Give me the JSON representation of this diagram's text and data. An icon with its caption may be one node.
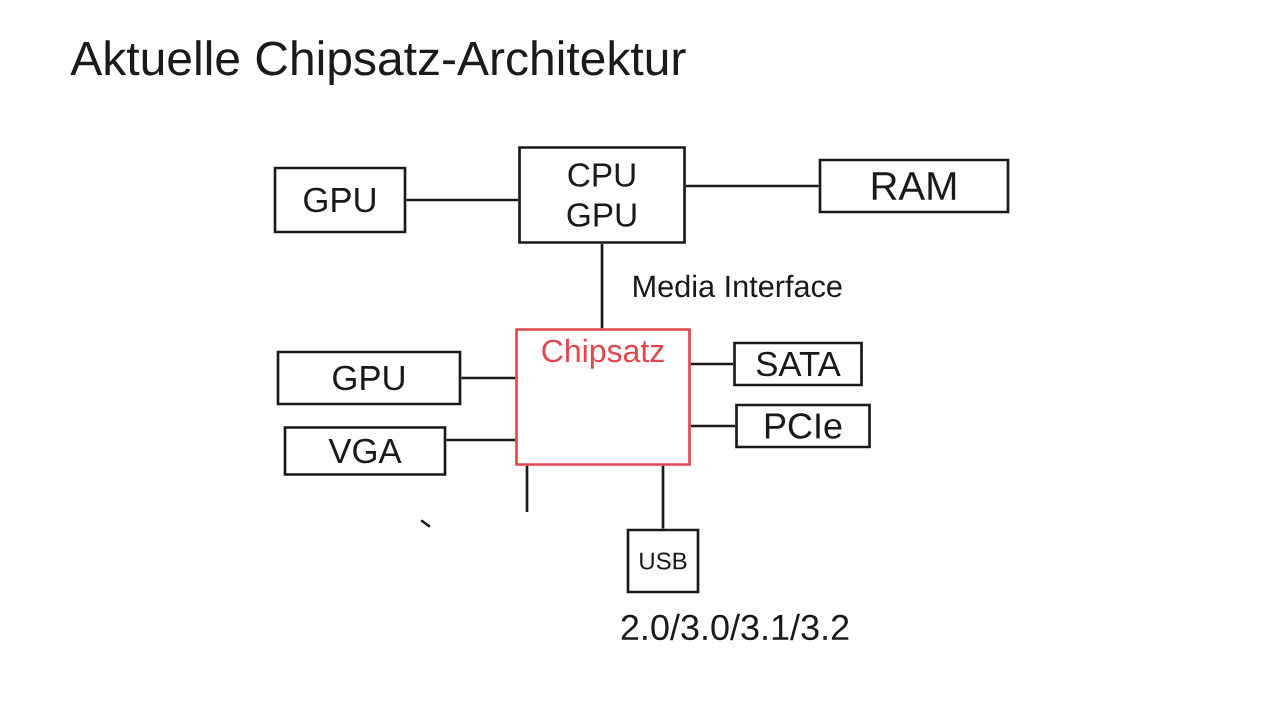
{
  "diagram": {
    "title": "Aktuelle Chipsatz-Architektur",
    "nodes": [
      {
        "text": [
          "GPU"
        ]
      },
      {
        "text": [
          "CPU",
          "GPU"
        ]
      },
      {
        "text": [
          "RAM"
        ]
      },
      {
        "text": [
          "Chipsatz"
        ]
      },
      {
        "text": [
          "GPU"
        ]
      },
      {
        "text": [
          "VGA"
        ]
      },
      {
        "text": [
          "SATA"
        ]
      },
      {
        "text": [
          "PCIe"
        ]
      },
      {
        "text": [
          "USB"
        ],
        "beside": [
          "2.0/3.0/3.1/3.2"
        ]
      }
    ],
    "edges": [
      {
        "from": 0,
        "to": 1,
        "arrow": "none"
      },
      {
        "from": 1,
        "to": 2,
        "arrow": "none"
      },
      {
        "from": 1,
        "to": 3,
        "arrow": "none",
        "label": "Media Interface"
      },
      {
        "from": 3,
        "to": 4,
        "arrow": "none"
      },
      {
        "from": 3,
        "to": 5,
        "arrow": "none"
      },
      {
        "from": 3,
        "to": 6,
        "arrow": "none"
      },
      {
        "from": 3,
        "to": 7,
        "arrow": "none"
      },
      {
        "from": 3,
        "to": 8,
        "arrow": "none"
      },
      {
        "from": 3,
        "to": null,
        "arrow": "none"
      }
    ]
  }
}
